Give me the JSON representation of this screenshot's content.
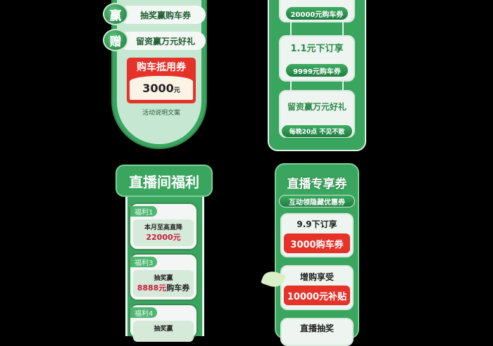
{
  "panel1": {
    "rows": [
      {
        "badge": "赢",
        "label": "抽奖赢购车券"
      },
      {
        "badge": "赠",
        "label": "留资赢万元好礼"
      }
    ],
    "voucher": {
      "title": "购车抵用券",
      "amount": "3000",
      "unit": "元"
    },
    "footnote": "活动说明文案"
  },
  "panel2": {
    "cards": [
      {
        "pill": "20000元购车券"
      },
      {
        "title": "1.1元下订享",
        "pill": "9999元购车券"
      },
      {
        "title": "留资赢万元好礼",
        "pill": "每晚20点  不见不散"
      }
    ]
  },
  "panel3": {
    "title": "直播间福利",
    "cards": [
      {
        "tag": "福利1",
        "line1": "本月至高直降",
        "highlight": "22000元",
        "suffix": ""
      },
      {
        "tag": "福利3",
        "line1": "抽奖赢",
        "highlight": "8888元",
        "suffix": "购车券"
      },
      {
        "tag": "福利4",
        "line1": "抽奖赢"
      }
    ]
  },
  "panel4": {
    "title": "直播专享券",
    "subtitle": "互动领隐藏优惠券",
    "cards": [
      {
        "title": "9.9下订享",
        "button": "3000购车券"
      },
      {
        "title": "增购享受",
        "button": "10000元补贴"
      },
      {
        "title": "直播抽奖"
      }
    ]
  },
  "colors": {
    "green": "#3aa55f",
    "dark_green": "#1f7d40",
    "red": "#e6332a",
    "crimson": "#c8203e"
  }
}
